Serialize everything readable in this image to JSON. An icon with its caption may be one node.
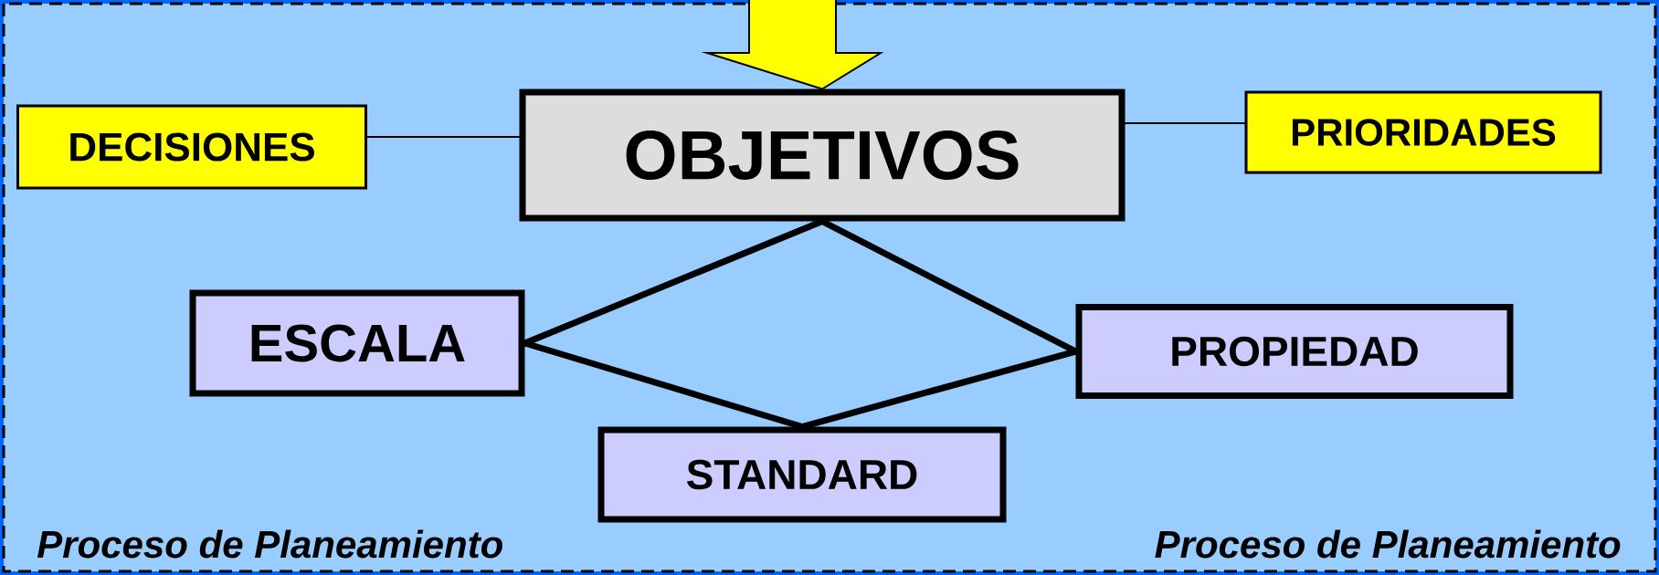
{
  "diagram": {
    "nodes": [
      {
        "text": [
          "DECISIONES"
        ]
      },
      {
        "text": [
          "OBJETIVOS"
        ]
      },
      {
        "text": [
          "PRIORIDADES"
        ]
      },
      {
        "text": [
          "ESCALA"
        ]
      },
      {
        "text": [
          "PROPIEDAD"
        ]
      },
      {
        "text": [
          "STANDARD"
        ]
      }
    ],
    "edges": [
      {
        "from": null,
        "to": 1,
        "arrow": "to",
        "color": "#ffff00"
      },
      {
        "from": 0,
        "to": 1,
        "arrow": "none"
      },
      {
        "from": 1,
        "to": 2,
        "arrow": "none"
      },
      {
        "from": 1,
        "to": 3,
        "arrow": "none"
      },
      {
        "from": 1,
        "to": 4,
        "arrow": "none"
      },
      {
        "from": 3,
        "to": 5,
        "arrow": "none"
      },
      {
        "from": 4,
        "to": 5,
        "arrow": "none"
      }
    ],
    "labels": [
      "Proceso de Planeamiento",
      "Proceso de Planeamiento"
    ]
  }
}
